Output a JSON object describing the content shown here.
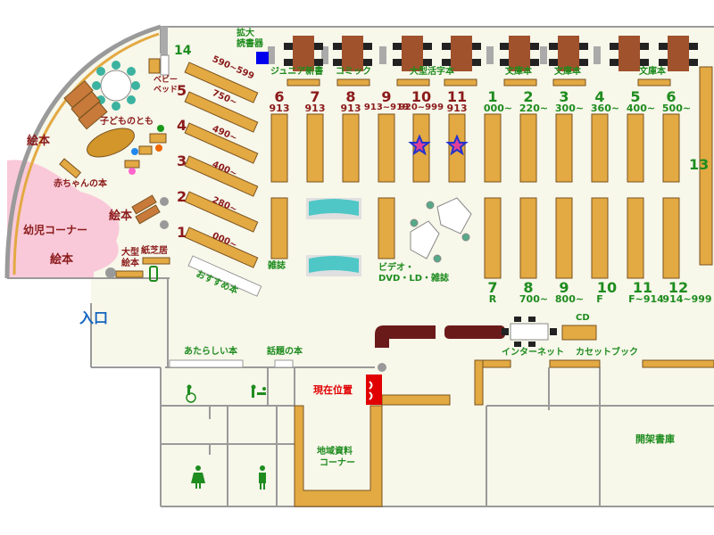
{
  "labels": {
    "kakudai": "拡大",
    "dokushoki": "読書器",
    "junior": "ジュニア新書",
    "comic": "コミック",
    "large_print": "大型活字本",
    "bunko1": "文庫本",
    "bunko2": "文庫本",
    "bunko3": "文庫本",
    "ehon1": "絵本",
    "ehon2": "絵本",
    "ehon3": "絵本",
    "yoji": "幼児コーナー",
    "kodomo": "子どものとも",
    "akachan": "赤ちゃんの本",
    "baby_bed1": "ベビー",
    "baby_bed2": "ベッド",
    "ogata_ehon1": "大型",
    "ogata_ehon2": "絵本",
    "kamishibai": "紙芝居",
    "osusume": "おすすめ本",
    "zasshi": "雑誌",
    "video1": "ビデオ・",
    "video2": "DVD・LD・雑誌",
    "entrance": "入口",
    "atarashii": "あたらしい本",
    "wadai": "話題の本",
    "genzai": "現在位置",
    "chiiki1": "地域資料",
    "chiiki2": "コーナー",
    "internet": "インターネット",
    "cassette": "カセットブック",
    "cd": "CD",
    "kaika": "開架書庫",
    "num13": "13"
  },
  "left_shelves": [
    {
      "num": "14",
      "range": "590~599"
    },
    {
      "num": "5",
      "range": "750~"
    },
    {
      "num": "4",
      "range": "490~"
    },
    {
      "num": "3",
      "range": "400~"
    },
    {
      "num": "2",
      "range": "280~"
    },
    {
      "num": "1",
      "range": "000~"
    }
  ],
  "top_red": [
    {
      "num": "6",
      "sub": "913"
    },
    {
      "num": "7",
      "sub": "913"
    },
    {
      "num": "8",
      "sub": "913"
    },
    {
      "num": "9",
      "sub": "913~919"
    },
    {
      "num": "10",
      "sub": "920~999"
    },
    {
      "num": "11",
      "sub": "913"
    }
  ],
  "top_green": [
    {
      "num": "1",
      "sub": "000~"
    },
    {
      "num": "2",
      "sub": "220~"
    },
    {
      "num": "3",
      "sub": "300~"
    },
    {
      "num": "4",
      "sub": "360~"
    },
    {
      "num": "5",
      "sub": "400~"
    },
    {
      "num": "6",
      "sub": "500~"
    }
  ],
  "bottom_green": [
    {
      "num": "7",
      "sub": "R"
    },
    {
      "num": "8",
      "sub": "700~"
    },
    {
      "num": "9",
      "sub": "800~"
    },
    {
      "num": "10",
      "sub": "F"
    },
    {
      "num": "11",
      "sub": "F~914"
    },
    {
      "num": "12",
      "sub": "914~999"
    }
  ],
  "colors": {
    "shelf": "#e3a942",
    "shelf_edge": "#7a5320",
    "wall": "#9a9a9a",
    "floor": "#f7f7ea",
    "kids_pink": "#f9c9d9",
    "table": "#a0522d",
    "current": "#e00000"
  }
}
